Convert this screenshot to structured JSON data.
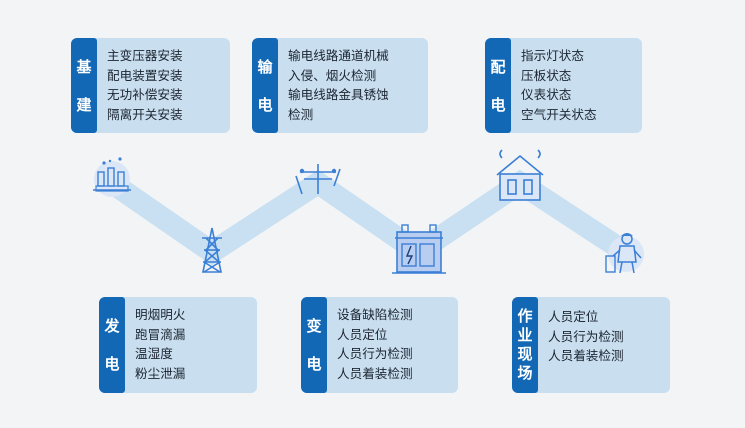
{
  "cards": [
    {
      "id": "jijian",
      "tag": [
        "基",
        "建"
      ],
      "items": [
        "主变压器安装",
        "配电装置安装",
        "无功补偿安装",
        "隔离开关安装"
      ]
    },
    {
      "id": "shudian",
      "tag": [
        "输",
        "电"
      ],
      "items": [
        "输电线路通道机械",
        "入侵、烟火检测",
        "输电线路金具锈蚀",
        "检测"
      ]
    },
    {
      "id": "peidian",
      "tag": [
        "配",
        "电"
      ],
      "items": [
        "指示灯状态",
        "压板状态",
        "仪表状态",
        "空气开关状态"
      ]
    },
    {
      "id": "fadian",
      "tag": [
        "发",
        "电"
      ],
      "items": [
        "明烟明火",
        "跑冒滴漏",
        "温湿度",
        "粉尘泄漏"
      ]
    },
    {
      "id": "biandian",
      "tag": [
        "变",
        "电"
      ],
      "items": [
        "设备缺陷检测",
        "人员定位",
        "人员行为检测",
        "人员着装检测"
      ]
    },
    {
      "id": "zuoye",
      "tag": [
        "作",
        "业",
        "现",
        "场"
      ],
      "items": [
        "人员定位",
        "人员行为检测",
        "人员着装检测"
      ]
    }
  ],
  "colors": {
    "accent": "#1368b6",
    "card_bg": "#c9dff0",
    "path": "#c8e0f1",
    "icon": "#3b7fd6",
    "background": "#f3f4f6"
  },
  "icons": [
    "power-plant-icon",
    "transmission-tower-icon",
    "utility-pole-icon",
    "transformer-icon",
    "distribution-house-icon",
    "worker-icon"
  ]
}
